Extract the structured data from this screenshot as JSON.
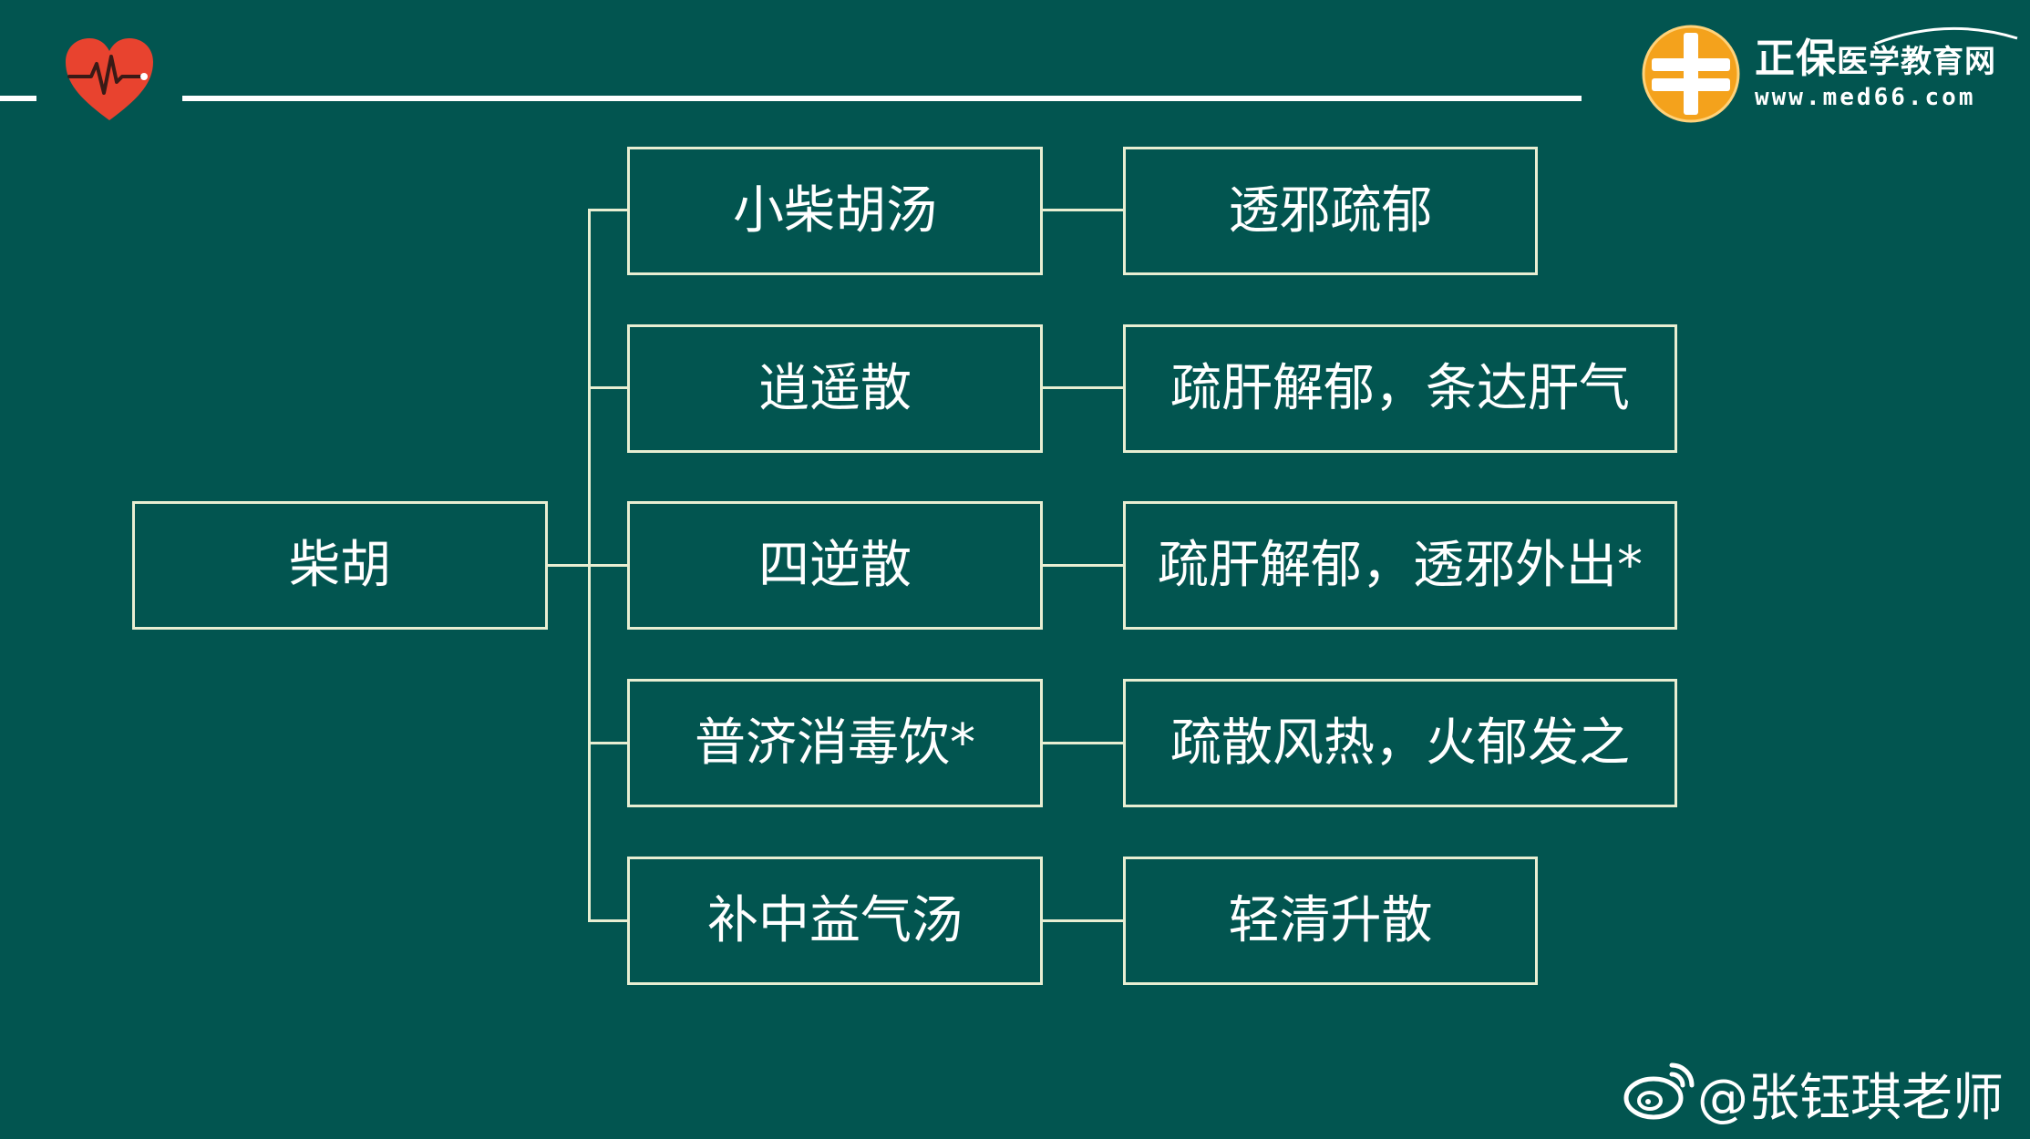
{
  "brand": {
    "name_big": "正保",
    "name_small": "医学教育网",
    "url": "www.med66.com"
  },
  "diagram": {
    "root": "柴胡",
    "branches": [
      {
        "formula": "小柴胡汤",
        "effect": "透邪疏郁"
      },
      {
        "formula": "逍遥散",
        "effect": "疏肝解郁，条达肝气"
      },
      {
        "formula": "四逆散",
        "effect": "疏肝解郁，透邪外出*"
      },
      {
        "formula": "普济消毒饮*",
        "effect": "疏散风热，火郁发之"
      },
      {
        "formula": "补中益气汤",
        "effect": "轻清升散"
      }
    ]
  },
  "watermark": "@张钰琪老师",
  "colors": {
    "background": "#025550",
    "box_border": "#e8eed2",
    "heart": "#e8432f",
    "logo_orange": "#f4a21c"
  },
  "icons": [
    "heart-ecg-icon",
    "med66-logo-icon",
    "weibo-icon"
  ]
}
